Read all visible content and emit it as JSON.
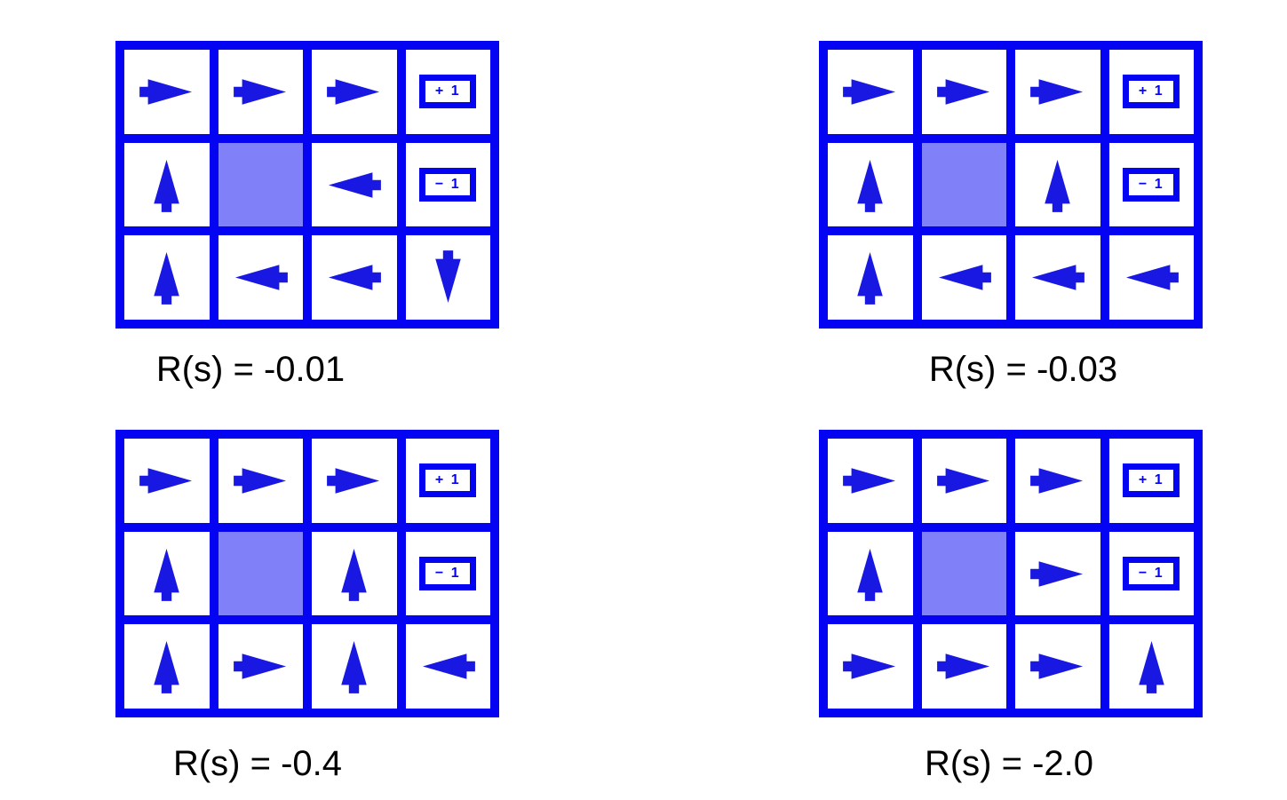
{
  "colors": {
    "grid_blue": "#0404f2",
    "arrow_blue": "#1818e2",
    "wall_fill": "#8080f8",
    "label_text": "#000000",
    "background": "#ffffff"
  },
  "terminals": {
    "positive": "+ 1",
    "negative": "− 1"
  },
  "grids": [
    {
      "id": "top-left",
      "label": "R(s) = -0.01",
      "reward": -0.01,
      "cells": [
        [
          "right",
          "right",
          "right",
          "+1"
        ],
        [
          "up",
          "wall",
          "left",
          "-1"
        ],
        [
          "up",
          "left",
          "left",
          "down"
        ]
      ]
    },
    {
      "id": "top-right",
      "label": "R(s) = -0.03",
      "reward": -0.03,
      "cells": [
        [
          "right",
          "right",
          "right",
          "+1"
        ],
        [
          "up",
          "wall",
          "up",
          "-1"
        ],
        [
          "up",
          "left",
          "left",
          "left"
        ]
      ]
    },
    {
      "id": "bottom-left",
      "label": "R(s) = -0.4",
      "reward": -0.4,
      "cells": [
        [
          "right",
          "right",
          "right",
          "+1"
        ],
        [
          "up",
          "wall",
          "up",
          "-1"
        ],
        [
          "up",
          "right",
          "up",
          "left"
        ]
      ]
    },
    {
      "id": "bottom-right",
      "label": "R(s) = -2.0",
      "reward": -2.0,
      "cells": [
        [
          "right",
          "right",
          "right",
          "+1"
        ],
        [
          "up",
          "wall",
          "right",
          "-1"
        ],
        [
          "right",
          "right",
          "right",
          "up"
        ]
      ]
    }
  ]
}
